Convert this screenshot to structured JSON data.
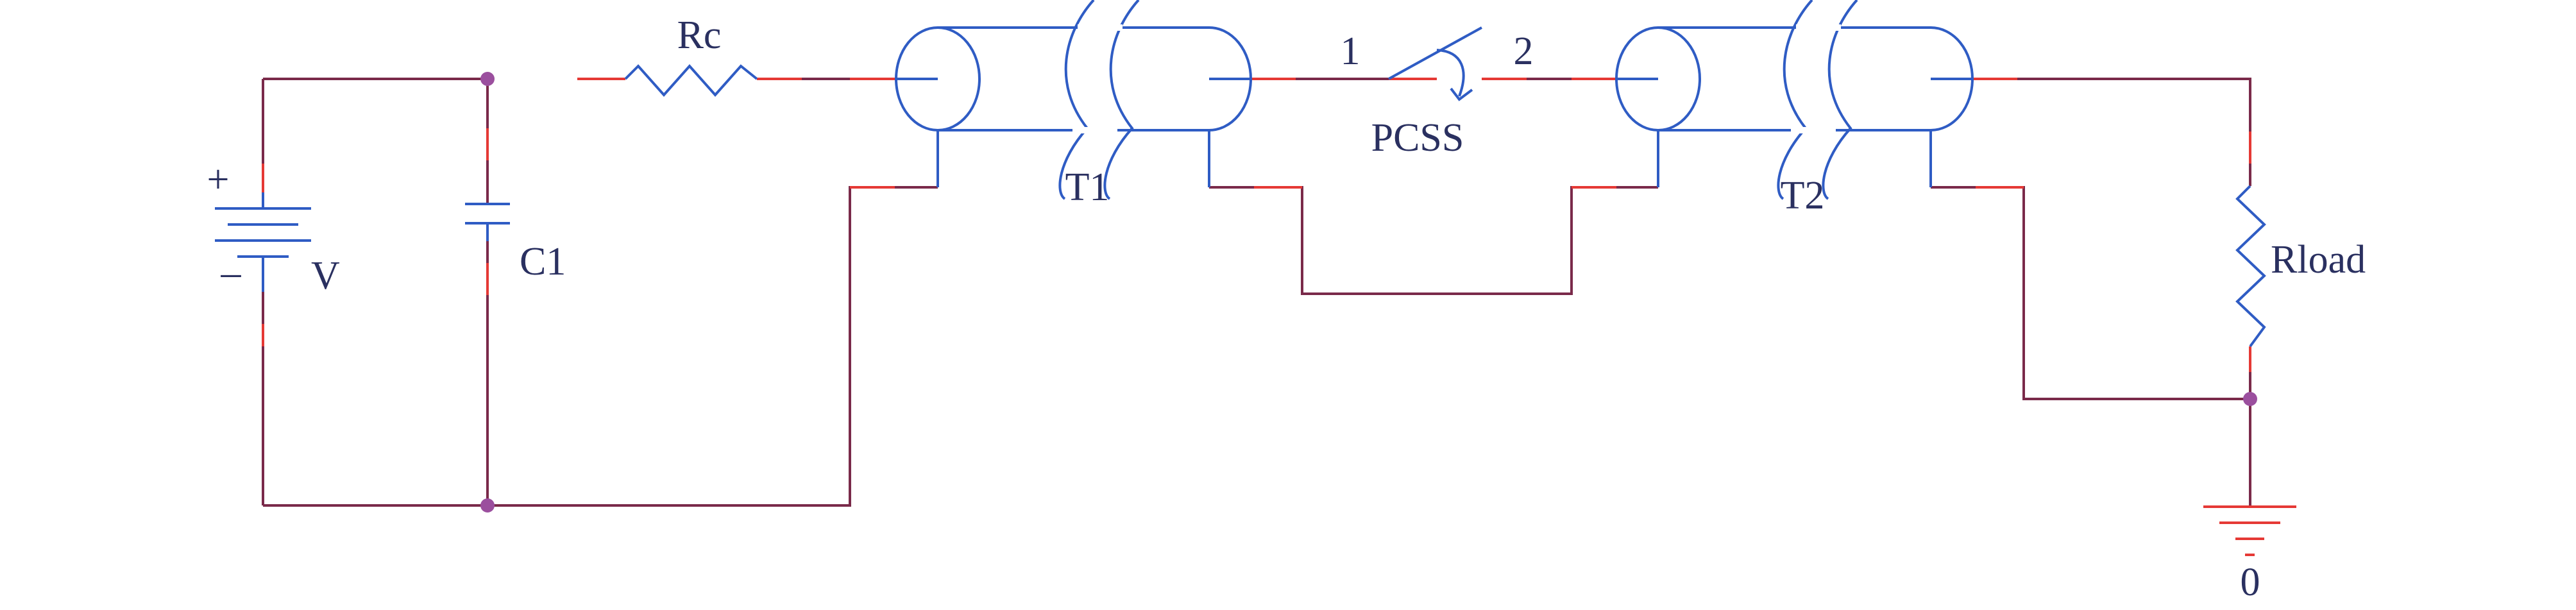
{
  "labels": {
    "rc": "Rc",
    "c1": "C1",
    "v": "V",
    "plus": "+",
    "minus": "–",
    "t1": "T1",
    "t2": "T2",
    "pcss": "PCSS",
    "node1": "1",
    "node2": "2",
    "rload": "Rload",
    "ground": "0"
  },
  "colors": {
    "wire": "#7a2a4a",
    "component": "#2f5cc4",
    "pin": "#e53935",
    "junction": "#9b4f9e",
    "text": "#2a3060"
  }
}
